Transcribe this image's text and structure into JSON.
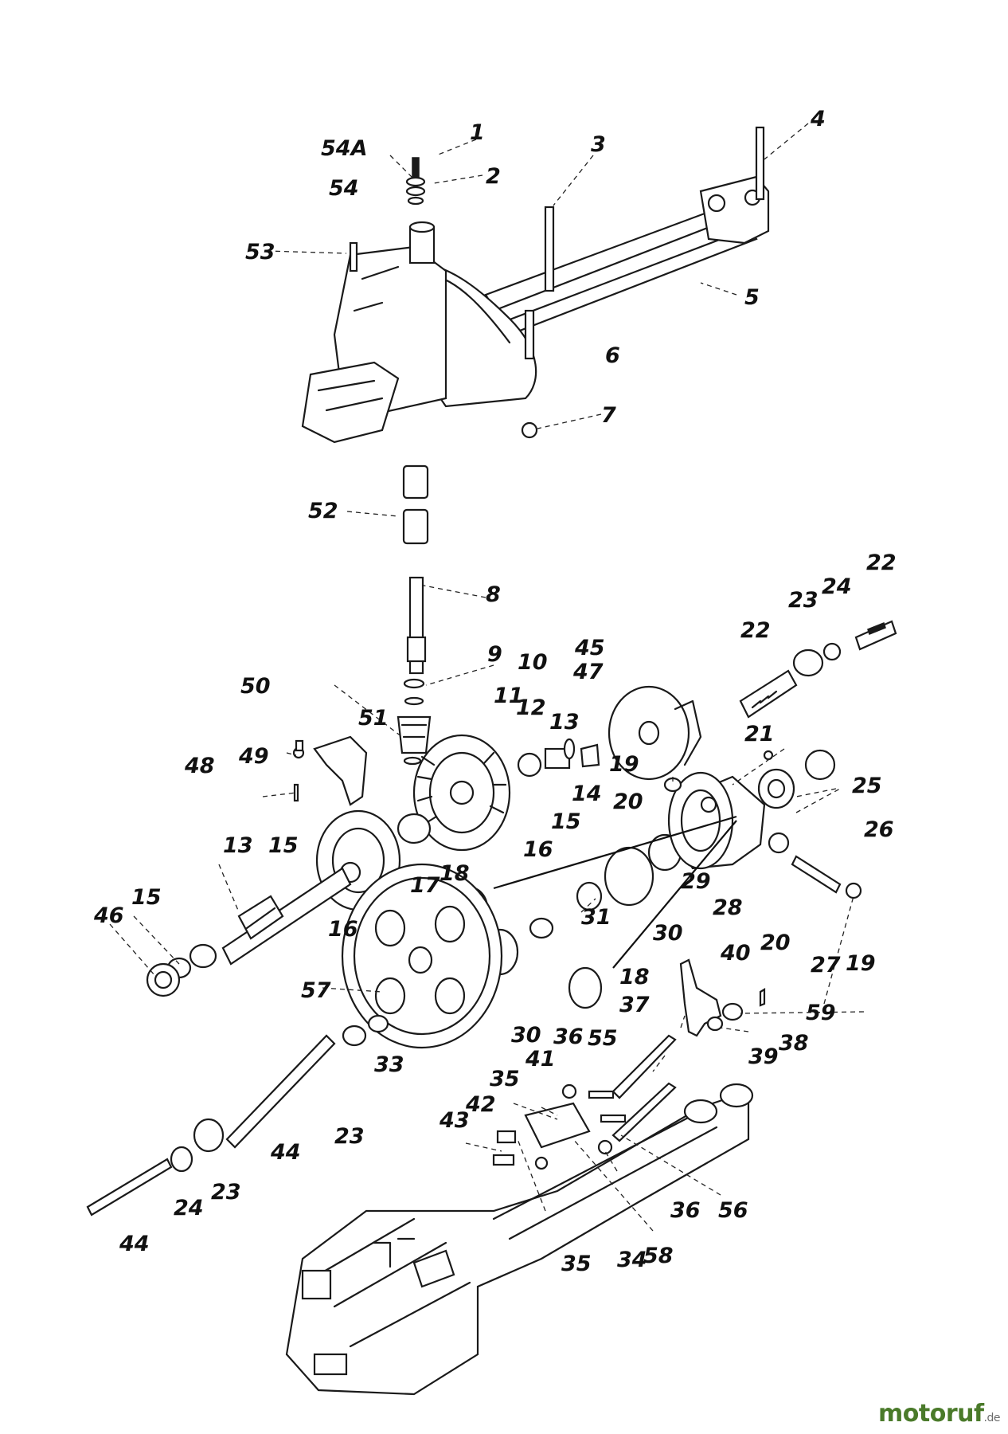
{
  "labels": [
    "1",
    "2",
    "3",
    "4",
    "5",
    "6",
    "7",
    "8",
    "9",
    "10",
    "11",
    "12",
    "13",
    "13",
    "14",
    "15",
    "15",
    "15",
    "16",
    "16",
    "17",
    "18",
    "18",
    "19",
    "19",
    "20",
    "20",
    "21",
    "22",
    "22",
    "23",
    "23",
    "23",
    "24",
    "24",
    "25",
    "26",
    "27",
    "28",
    "29",
    "30",
    "30",
    "31",
    "33",
    "34",
    "35",
    "35",
    "36",
    "36",
    "37",
    "38",
    "39",
    "40",
    "41",
    "42",
    "43",
    "44",
    "44",
    "45",
    "46",
    "47",
    "48",
    "49",
    "50",
    "51",
    "52",
    "53",
    "54",
    "54A",
    "55",
    "56",
    "57",
    "58",
    "59"
  ],
  "watermark": {
    "brand_main": "motoruf",
    "brand_tld": ".de"
  }
}
